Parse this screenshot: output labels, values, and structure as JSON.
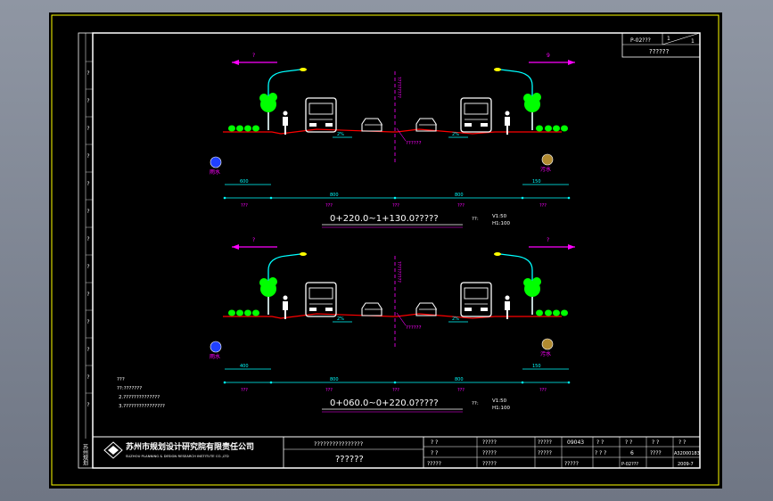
{
  "colors": {
    "background": "#000000",
    "sheet_frame": "#ffffff",
    "outer_frame": "#ffff00",
    "road": "#ff0000",
    "dimension": "#00ffff",
    "dim_text": "#ff00ff",
    "vehicle": "#ffffff",
    "tree": "#00ff00",
    "lamp_pole": "#00ffff"
  },
  "sheet_ref": {
    "code": "P-02???",
    "num_top": "1",
    "num_bottom": "1",
    "sub": "??????"
  },
  "left_strip": [
    "?",
    "?",
    "?",
    "?",
    "?",
    "?",
    "?",
    "?",
    "?",
    "?",
    "?",
    "?",
    "?"
  ],
  "sections": [
    {
      "title": "0+220.0~1+130.0?????",
      "scale_label": "??:",
      "scale_v": "V1:50",
      "scale_h": "H1:100",
      "arrow_label": "?",
      "arrow_label_right": "9",
      "centerline": "?????????",
      "center_note": "??????",
      "slope_left": "2%",
      "slope_right": "2%",
      "drain_label": "雨水",
      "sewer_label": "污水",
      "dim_top": "600",
      "dim_right": "150",
      "dims": [
        "800",
        "800"
      ],
      "lane_labels": [
        "???",
        "???",
        "???",
        "???",
        "???"
      ]
    },
    {
      "title": "0+060.0~0+220.0?????",
      "scale_label": "??:",
      "scale_v": "V1:50",
      "scale_h": "H1:100",
      "arrow_label": "?",
      "arrow_label_right": "?",
      "centerline": "?????????",
      "center_note": "??????",
      "slope_left": "2%",
      "slope_right": "2%",
      "drain_label": "雨水",
      "sewer_label": "污水",
      "dim_top": "400",
      "dim_right": "150",
      "dims": [
        "800",
        "800"
      ],
      "lane_labels": [
        "???",
        "???",
        "???",
        "???",
        "???"
      ]
    }
  ],
  "notes": {
    "title": "???",
    "lines": [
      "??:???????",
      "2.??????????????",
      "3.????????????????"
    ]
  },
  "title_block": {
    "company_cn": "苏州市规划设计研究院有限责任公司",
    "company_en": "SUZHOU PLANNING & DESIGN RESEARCH INSTITUTE CO.,LTD",
    "project": "????????????????",
    "drawing": "??????",
    "c1": [
      "? ?",
      "? ?",
      "?????"
    ],
    "c2": [
      "?????",
      "?????",
      "?????"
    ],
    "c3": [
      "?????",
      "?????",
      "?????"
    ],
    "c4": [
      "09043",
      "? ?",
      "?????"
    ],
    "c5": [
      "? ?",
      "? ? ?",
      ""
    ],
    "c6": [
      "? ?",
      "6",
      "P-02???"
    ],
    "c7": [
      "? ?",
      "????",
      ""
    ],
    "c8": [
      "A32000183",
      "2009-7"
    ],
    "left_vertical": "苏州规划"
  }
}
